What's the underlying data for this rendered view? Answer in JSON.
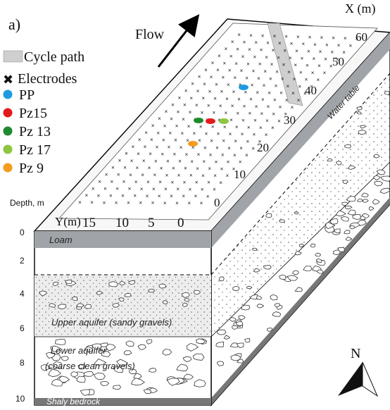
{
  "panel_label": "a)",
  "flow_label": "Flow",
  "x_axis_label": "X (m)",
  "y_axis_label": "Y(m)",
  "x_ticks": [
    "0",
    "10",
    "20",
    "30",
    "40",
    "50",
    "60"
  ],
  "y_ticks": [
    "15",
    "10",
    "5",
    "0"
  ],
  "water_table_label": "Water table",
  "depth_title": "Depth, m",
  "depth_ticks": [
    "0",
    "2",
    "4",
    "6",
    "8",
    "10"
  ],
  "legend": [
    {
      "label": "Cycle path",
      "symbol": "rect",
      "color": "#cfcfcf"
    },
    {
      "label": "Electrodes",
      "symbol": "cross",
      "color": "#111111"
    },
    {
      "label": "PP",
      "symbol": "dot",
      "color": "#1e9be0"
    },
    {
      "label": "Pz15",
      "symbol": "dot",
      "color": "#e31a1c"
    },
    {
      "label": "Pz 13",
      "symbol": "dot",
      "color": "#1f8a2e"
    },
    {
      "label": "Pz 17",
      "symbol": "dot",
      "color": "#8dc63f"
    },
    {
      "label": "Pz 9",
      "symbol": "dot",
      "color": "#f39c1e"
    }
  ],
  "layers": {
    "loam": "Loam",
    "upper_aquifer": "Upper aquifer (sandy gravels)",
    "lower_aquifer_line1": "Lower aquifer",
    "lower_aquifer_line2": "(coarse clean gravels)",
    "bedrock": "Shaly bedrock"
  },
  "north_label": "N",
  "colors": {
    "loam": "#a0a4a8",
    "upper_aquifer": "#ededed",
    "bedrock": "#777777",
    "outline": "#000000"
  }
}
